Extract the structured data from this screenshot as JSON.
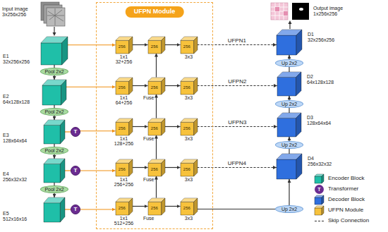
{
  "diagram": {
    "nodes": [
      {
        "text": [
          "E1 32x256x256"
        ]
      },
      {
        "text": [
          "Pool 2x2"
        ]
      },
      {
        "text": [
          "E2 64x128x128"
        ]
      },
      {
        "text": [
          "Pool 2x2"
        ]
      },
      {
        "text": [
          "E3 128x64x64"
        ]
      },
      {
        "text": [
          "T"
        ]
      },
      {
        "text": [
          "Pool 2x2"
        ]
      },
      {
        "text": [
          "E4 256x32x32"
        ]
      },
      {
        "text": [
          "T"
        ]
      },
      {
        "text": [
          "Pool 2x2"
        ]
      },
      {
        "text": [
          "E5 512x16x16"
        ]
      },
      {
        "text": [
          "T"
        ]
      },
      {
        "text": [
          "UFPN Module"
        ]
      },
      {
        "text": [
          "256",
          "1x1 32+256"
        ],
        "in": 12
      },
      {
        "text": [
          "256"
        ],
        "in": 12
      },
      {
        "text": [
          "256",
          "3x3"
        ],
        "in": 12
      },
      {
        "text": [
          "256",
          "1x1 64+256"
        ],
        "in": 12
      },
      {
        "text": [
          "256",
          "Fuse"
        ],
        "in": 12
      },
      {
        "text": [
          "256",
          "3x3"
        ],
        "in": 12
      },
      {
        "text": [
          "256",
          "1x1 128+256"
        ],
        "in": 12
      },
      {
        "text": [
          "256",
          "Fuse"
        ],
        "in": 12
      },
      {
        "text": [
          "256",
          "3x3"
        ],
        "in": 12
      },
      {
        "text": [
          "256",
          "1x1 256+256"
        ],
        "in": 12
      },
      {
        "text": [
          "256",
          "Fuse"
        ],
        "in": 12
      },
      {
        "text": [
          "256",
          "3x3"
        ],
        "in": 12
      },
      {
        "text": [
          "256",
          "1x1 512+256"
        ],
        "in": 12
      },
      {
        "text": [
          "256",
          "Fuse"
        ],
        "in": 12
      },
      {
        "text": [
          "256",
          "3x3"
        ],
        "in": 12
      },
      {
        "text": [
          "D1 32x256x256"
        ]
      },
      {
        "text": [
          "Up 2x2"
        ]
      },
      {
        "text": [
          "D2 64x128x128"
        ]
      },
      {
        "text": [
          "Up 2x2"
        ]
      },
      {
        "text": [
          "D3 128x64x64"
        ]
      },
      {
        "text": [
          "Up 2x2"
        ]
      },
      {
        "text": [
          "D4 256x32x32"
        ]
      },
      {
        "text": [
          "Up 2x2"
        ]
      }
    ],
    "edges": [
      {
        "from": 0,
        "to": 1,
        "arrow": "none"
      },
      {
        "from": 1,
        "to": 2,
        "arrow": "to"
      },
      {
        "from": 2,
        "to": 3,
        "arrow": "none"
      },
      {
        "from": 3,
        "to": 4,
        "arrow": "to"
      },
      {
        "from": 4,
        "to": 6,
        "arrow": "none"
      },
      {
        "from": 6,
        "to": 7,
        "arrow": "to"
      },
      {
        "from": 7,
        "to": 9,
        "arrow": "none"
      },
      {
        "from": 9,
        "to": 10,
        "arrow": "to"
      },
      {
        "from": 0,
        "to": 13,
        "arrow": "to"
      },
      {
        "from": 2,
        "to": 16,
        "arrow": "to"
      },
      {
        "from": 4,
        "to": 5,
        "arrow": "none"
      },
      {
        "from": 5,
        "to": 19,
        "arrow": "to"
      },
      {
        "from": 7,
        "to": 8,
        "arrow": "none"
      },
      {
        "from": 8,
        "to": 22,
        "arrow": "to"
      },
      {
        "from": 10,
        "to": 11,
        "arrow": "none"
      },
      {
        "from": 11,
        "to": 25,
        "arrow": "to"
      },
      {
        "from": 13,
        "to": 14,
        "arrow": "to"
      },
      {
        "from": 14,
        "to": 15,
        "arrow": "to"
      },
      {
        "from": 16,
        "to": 17,
        "arrow": "to"
      },
      {
        "from": 17,
        "to": 18,
        "arrow": "to"
      },
      {
        "from": 19,
        "to": 20,
        "arrow": "to"
      },
      {
        "from": 20,
        "to": 21,
        "arrow": "to"
      },
      {
        "from": 22,
        "to": 23,
        "arrow": "to"
      },
      {
        "from": 23,
        "to": 24,
        "arrow": "to"
      },
      {
        "from": 25,
        "to": 26,
        "arrow": "to"
      },
      {
        "from": 26,
        "to": 27,
        "arrow": "to"
      },
      {
        "from": 26,
        "to": 23,
        "arrow": "to"
      },
      {
        "from": 23,
        "to": 20,
        "arrow": "to"
      },
      {
        "from": 20,
        "to": 17,
        "arrow": "to"
      },
      {
        "from": 17,
        "to": 14,
        "arrow": "to"
      },
      {
        "from": 15,
        "to": 28,
        "label": "UFPN1",
        "arrow": "to"
      },
      {
        "from": 18,
        "to": 30,
        "label": "UFPN2",
        "arrow": "to"
      },
      {
        "from": 21,
        "to": 32,
        "label": "UFPN3",
        "arrow": "to"
      },
      {
        "from": 24,
        "to": 34,
        "label": "UFPN4",
        "arrow": "to"
      },
      {
        "from": 27,
        "to": 35,
        "arrow": "none"
      },
      {
        "from": 35,
        "to": 34,
        "arrow": "to"
      },
      {
        "from": 34,
        "to": 33,
        "arrow": "none"
      },
      {
        "from": 33,
        "to": 32,
        "arrow": "to"
      },
      {
        "from": 32,
        "to": 31,
        "arrow": "none"
      },
      {
        "from": 31,
        "to": 30,
        "arrow": "to"
      },
      {
        "from": 30,
        "to": 29,
        "arrow": "none"
      },
      {
        "from": 29,
        "to": 28,
        "arrow": "to"
      }
    ],
    "labels": [
      "Input image 3x256x256",
      "Output image 1x256x256",
      "T"
    ],
    "legend": [
      {
        "text": "Encoder Block",
        "color": "#1fbfa8"
      },
      {
        "text": "Transformer",
        "color": "#6b2c91"
      },
      {
        "text": "Decoder Block",
        "color": "#2f6fde"
      },
      {
        "text": "UFPN Module",
        "color": "#f7c23c"
      },
      {
        "text": "Skip Connection"
      }
    ]
  }
}
